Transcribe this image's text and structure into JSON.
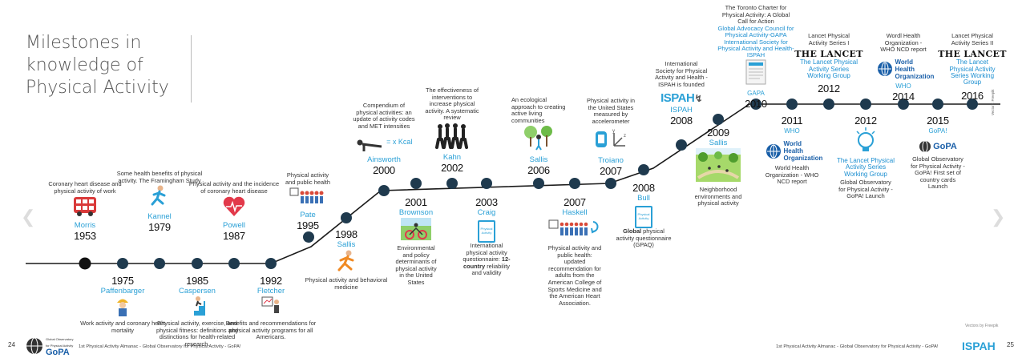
{
  "header": {
    "title_lines": [
      "Milestones in",
      "knowledge of",
      "Physical Activity"
    ]
  },
  "colors": {
    "accent": "#2aa0d6",
    "node": "#1f3a4e",
    "line": "#1a1a1a",
    "text": "#333333"
  },
  "events": [
    {
      "id": "morris",
      "author": "Morris",
      "year": "1953",
      "desc": "Coronary heart disease and physical activity of work",
      "icon": "bus-icon"
    },
    {
      "id": "paffenbarger",
      "author": "Paffenbarger",
      "year": "1975",
      "desc": "Work activity and coronary heart mortality",
      "icon": "worker-icon"
    },
    {
      "id": "kannel",
      "author": "Kannel",
      "year": "1979",
      "desc": "Some health benefits of physical activity. The Framingham Study",
      "icon": "runner-icon"
    },
    {
      "id": "caspersen",
      "author": "Caspersen",
      "year": "1985",
      "desc": "Physical activity, exercise, and physical fitness: definitions and distinctions for health-related research.",
      "icon": "stairs-icon"
    },
    {
      "id": "powell",
      "author": "Powell",
      "year": "1987",
      "desc": "Physical activity and the incidence of coronary heart disease",
      "icon": "heart-icon"
    },
    {
      "id": "fletcher",
      "author": "Fletcher",
      "year": "1992",
      "desc": "Benefits and recommendations for physical activity programs for all Americans.",
      "icon": "presenter-icon"
    },
    {
      "id": "pate",
      "author": "Pate",
      "year": "1995",
      "desc": "Physical activity and public health",
      "icon": "crowd-icon"
    },
    {
      "id": "sallis1998",
      "author": "Sallis",
      "year": "1998",
      "desc": "Physical activity and behavioral medicine",
      "icon": "runner-icon"
    },
    {
      "id": "ainsworth",
      "author": "Ainsworth",
      "year": "2000",
      "desc": "Compendium of physical activities: an update of activity codes and MET intensities",
      "icon": "pushup-icon",
      "icon_text": "= x Kcal"
    },
    {
      "id": "brownson",
      "author": "Brownson",
      "year": "2001",
      "desc": "Environmental and policy determinants of physical activity in the United States",
      "icon": "cyclist-icon"
    },
    {
      "id": "kahn",
      "author": "Kahn",
      "year": "2002",
      "desc": "The effectiveness of interventions to increase physical activity. A systematic review",
      "icon": "group-icon"
    },
    {
      "id": "craig",
      "author": "Craig",
      "year": "2003",
      "desc_parts": [
        "International physical activity questionnaire: ",
        "12-country",
        " reliability and validity"
      ],
      "icon": "questionnaire-icon",
      "icon_text": "Physical Activity"
    },
    {
      "id": "sallis2006",
      "author": "Sallis",
      "year": "2006",
      "desc": "An ecological approach to creating active living communities",
      "icon": "park-icon"
    },
    {
      "id": "haskell",
      "author": "Haskell",
      "year": "2007",
      "desc": "Physical activity and public health: updated recommendation for adults from the American College of Sports Medicine and the American Heart Association.",
      "icon": "crowd-icon"
    },
    {
      "id": "troiano",
      "author": "Troiano",
      "year": "2007",
      "desc": "Physical activity in the United States measured by accelerometer",
      "icon": "accelerometer-icon"
    },
    {
      "id": "bull",
      "author": "Bull",
      "year": "2008",
      "desc_parts": [
        "Global",
        " physical activity questionnaire (GPAQ)"
      ],
      "icon": "questionnaire-icon",
      "icon_text": "Physical Activity"
    },
    {
      "id": "ispah",
      "author": "ISPAH",
      "year": "2008",
      "desc": "International Society for Physical Activity and Health - ISPAH is founded",
      "logo_text": "ISPAH"
    },
    {
      "id": "sallis2009",
      "author": "Sallis",
      "year": "2009",
      "desc": "Neighborhood environments and physical activity",
      "icon": "park-icon"
    },
    {
      "id": "gapa",
      "author": "GAPA",
      "year": "2010",
      "desc": "The Toronto Charter for Physical Activity: A Global Call for Action",
      "org": "Global Advocacy Council for Physical Activity-GAPA International Society for Physical Activity and Health-ISPAH",
      "icon": "document-icon"
    },
    {
      "id": "who2011",
      "author": "WHO",
      "year": "2011",
      "desc": "World Health Organization - WHO NCD report",
      "who_text": "World Health Organization"
    },
    {
      "id": "lancet2012a",
      "author": "",
      "year": "2012",
      "desc": "Lancet Physical Activity Series I",
      "lancet": "THE LANCET",
      "org": "The Lancet Physical Activity Series Working Group"
    },
    {
      "id": "lancet2012b",
      "author": "",
      "year": "2012",
      "desc": "Global Observatory for Physical Activity - GoPA! Launch",
      "org": "The Lancet Physical Activity Series Working Group",
      "icon": "lightbulb-icon"
    },
    {
      "id": "who2014",
      "author": "WHO",
      "year": "2014",
      "desc": "Wordl Health Organization - WHO NCD report",
      "who_text": "World Health Organization"
    },
    {
      "id": "gopa2015",
      "author": "GoPA!",
      "year": "2015",
      "desc": "Global Observatory for Physical Activity - GoPA! First set of country cards Launch",
      "logo_text": "GoPA"
    },
    {
      "id": "lancet2016",
      "author": "",
      "year": "2016",
      "desc": "Lancet Physical Activity Series II",
      "lancet": "THE LANCET",
      "org": "The Lancet Physical Activity Series Working Group"
    }
  ],
  "credits": {
    "vector_credit": "Vectors by Freepik",
    "side_credit": "Vectors: Freepik"
  },
  "footer": {
    "page_left": "24",
    "page_right": "25",
    "left_text": "1st Physical Activity Almanac - Global Observatory for Physical Activity - GoPA!",
    "right_text": "1st Physical Activity Almanac - Global Observatory for Physical Activity - GoPA!",
    "logo_left": "GoPA",
    "logo_left_small": "Global Observatory for Physical Activity",
    "logo_right": "ISPAH"
  }
}
